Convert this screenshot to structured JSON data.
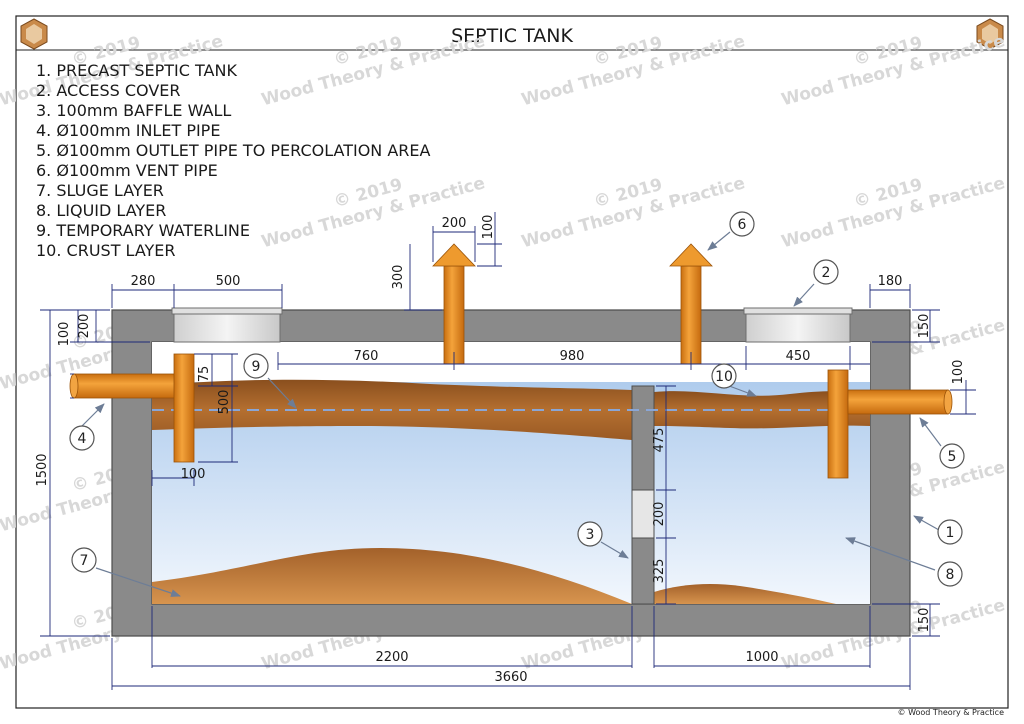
{
  "title": "SEPTIC TANK",
  "legend": [
    "1.  PRECAST SEPTIC TANK",
    "2.  ACCESS COVER",
    "3.  100mm BAFFLE WALL",
    "4.  Ø100mm INLET PIPE",
    "5.  Ø100mm OUTLET PIPE TO PERCOLATION AREA",
    "6.  Ø100mm VENT PIPE",
    "7.  SLUGE LAYER",
    "8.  LIQUID LAYER",
    "9.  TEMPORARY WATERLINE",
    "10. CRUST LAYER"
  ],
  "dimensions": {
    "d280": "280",
    "d500_cover": "500",
    "d200_vent": "200",
    "d100_vent": "100",
    "d300": "300",
    "d180": "180",
    "d150_top": "150",
    "d100_left": "100",
    "d200_left": "200",
    "d760": "760",
    "d980": "980",
    "d450": "450",
    "d75": "75",
    "d500_inlet": "500",
    "d100_outlet": "100",
    "d100_inlet": "100",
    "d1500": "1500",
    "d475": "475",
    "d200_baffle": "200",
    "d325": "325",
    "d150_bottom": "150",
    "d2200": "2200",
    "d1000": "1000",
    "d3660": "3660"
  },
  "callouts": [
    "1",
    "2",
    "3",
    "4",
    "5",
    "6",
    "7",
    "8",
    "9",
    "10"
  ],
  "watermark": {
    "year": "© 2019",
    "brand": "Wood Theory & Practice"
  },
  "copyright": "© Wood Theory & Practice",
  "colors": {
    "concrete": "#8c8c8c",
    "concrete_edge": "#555555",
    "liquid_top": "#a9c8ea",
    "liquid_bottom": "#eef5fd",
    "crust": "#a8652a",
    "sludge": "#b87332",
    "pipe": "#e8891a",
    "dimension": "#1e2a78"
  }
}
